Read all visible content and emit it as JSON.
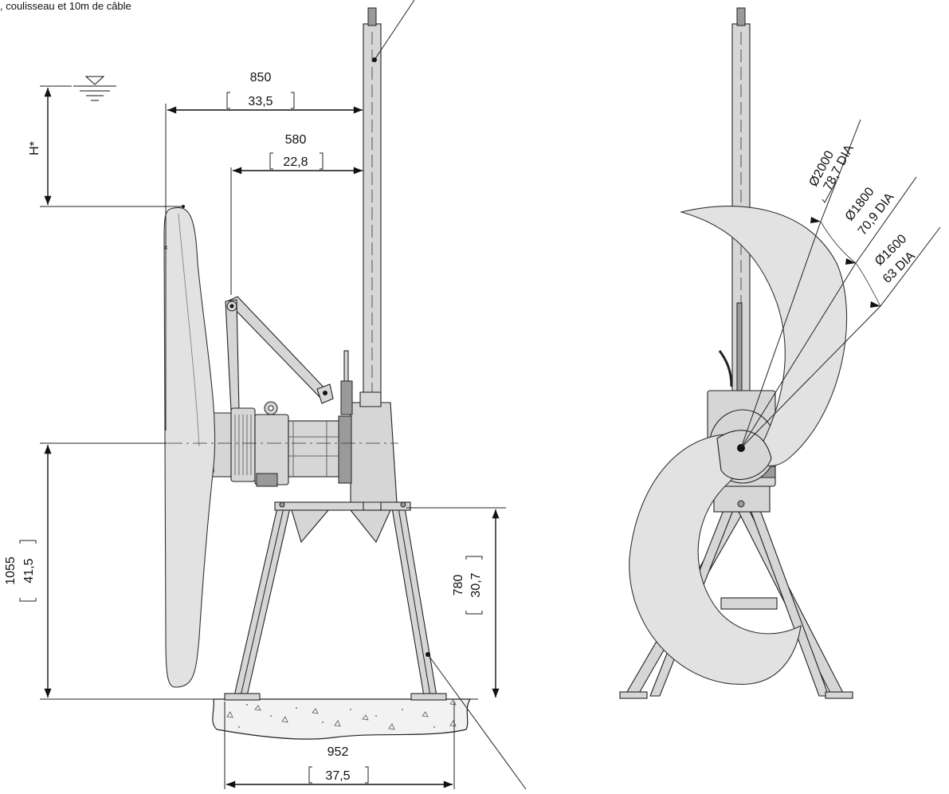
{
  "header_note": ", coulisseau et 10m de câble",
  "dimensions": {
    "d850": "850",
    "d850_in": "33,5",
    "d580": "580",
    "d580_in": "22,8",
    "h_star": "H*",
    "d1055": "1055",
    "d1055_in": "41,5",
    "d780": "780",
    "d780_in": "30,7",
    "d952": "952",
    "d952_in": "37,5",
    "dia2000": "Ø2000",
    "dia2000_in": "78,7 DIA",
    "dia1800": "Ø1800",
    "dia1800_in": "70,9 DIA",
    "dia1600": "Ø1600",
    "dia1600_in": "63 DIA"
  }
}
